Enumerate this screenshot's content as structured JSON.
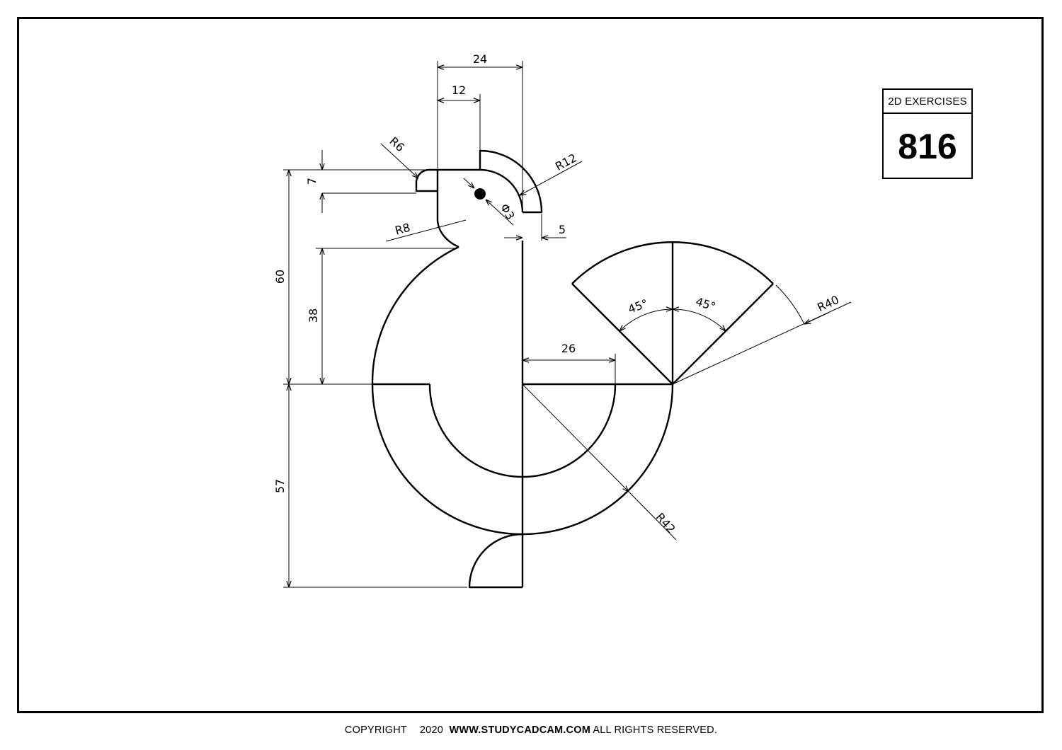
{
  "title_block": {
    "heading": "2D EXERCISES",
    "number": "816"
  },
  "footer": {
    "copyright": "COPYRIGHT",
    "year": "2020",
    "site": "WWW.STUDYCADCAM.COM",
    "rights": "ALL RIGHTS RESERVED."
  },
  "dimensions": {
    "d24": "24",
    "d12": "12",
    "r6": "R6",
    "d7": "7",
    "r12": "R12",
    "dia3": "Φ3",
    "d5": "5",
    "r8": "R8",
    "d60": "60",
    "d38": "38",
    "d57": "57",
    "d26": "26",
    "ang_left": "45°",
    "ang_right": "45°",
    "r40": "R40",
    "r42": "R42"
  }
}
